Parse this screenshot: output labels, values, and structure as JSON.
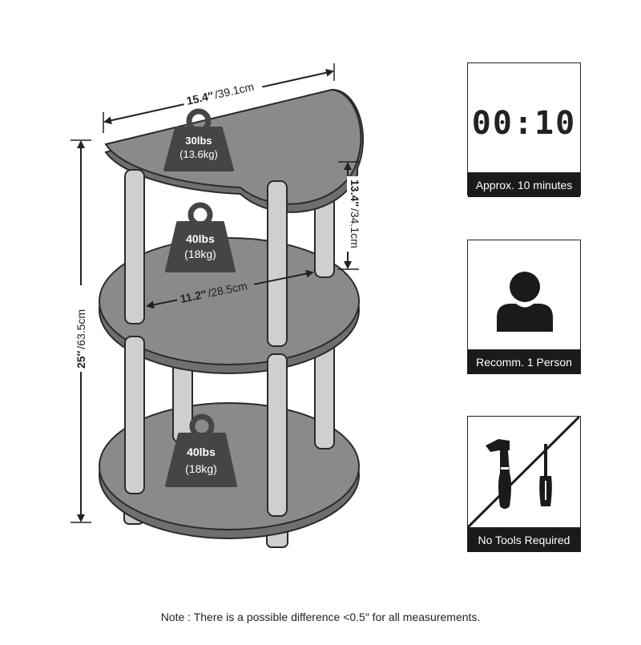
{
  "dimensions": {
    "width_in": "15.4″",
    "width_cm": "/39.1cm",
    "height_in": "25″",
    "height_cm": "/63.5cm",
    "shelf_gap_in": "13.4″",
    "shelf_gap_cm": "/34.1cm",
    "depth_in": "11.2″",
    "depth_cm": "/28.5cm"
  },
  "weights": [
    {
      "lbs": "30lbs",
      "kg": "(13.6kg)"
    },
    {
      "lbs": "40lbs",
      "kg": "(18kg)"
    },
    {
      "lbs": "40lbs",
      "kg": "(18kg)"
    }
  ],
  "cards": {
    "time": {
      "display": "00:10",
      "caption": "Approx. 10 minutes",
      "icon": "digital-clock-icon"
    },
    "person": {
      "caption": "Recomm. 1 Person",
      "icon": "person-icon"
    },
    "tools": {
      "caption": "No Tools Required",
      "icon": "no-tools-icon"
    }
  },
  "note": "Note : There is a possible difference <0.5″ for all measurements.",
  "colors": {
    "shelf": "#8a8a8a",
    "shelf_edge": "#2a2a2a",
    "pole": "#cfcfcf",
    "weight": "#454545",
    "caption_bg": "#1a1a1a"
  }
}
